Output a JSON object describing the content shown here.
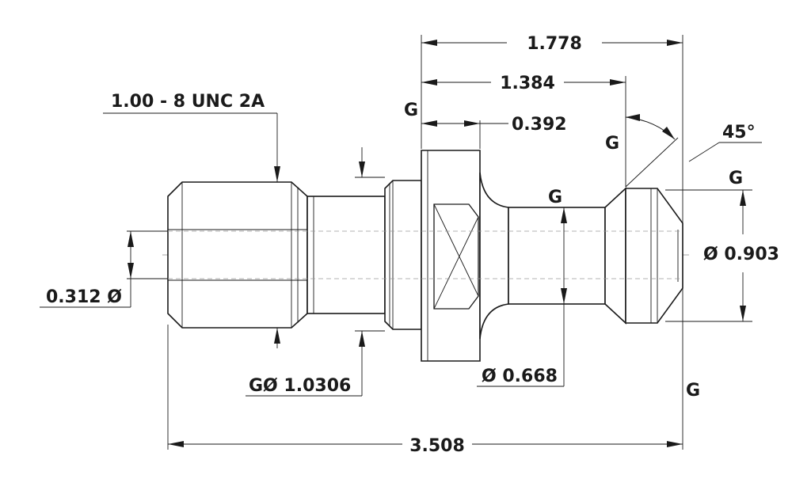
{
  "drawing": {
    "dimensions": {
      "overall_length": "3.508",
      "top_total": "1.778",
      "top_mid": "1.384",
      "top_small": "0.392",
      "thread_callout": "1.00 - 8 UNC 2A",
      "bore_dia": "0.312 Ø",
      "groove_dia": "GØ 1.0306",
      "neck_dia": "Ø 0.668",
      "head_dia": "Ø 0.903",
      "angle": "45°"
    },
    "grind_marks": [
      "G",
      "G",
      "G",
      "G",
      "G",
      "G"
    ]
  }
}
